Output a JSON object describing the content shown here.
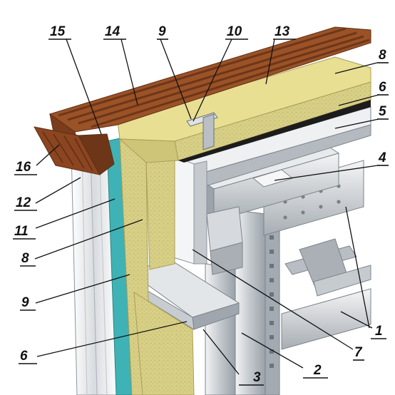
{
  "diagram": {
    "callouts": [
      {
        "id": "c15",
        "label": "15"
      },
      {
        "id": "c14",
        "label": "14"
      },
      {
        "id": "c9a",
        "label": "9"
      },
      {
        "id": "c10",
        "label": "10"
      },
      {
        "id": "c13",
        "label": "13"
      },
      {
        "id": "c8a",
        "label": "8"
      },
      {
        "id": "c6a",
        "label": "6"
      },
      {
        "id": "c5",
        "label": "5"
      },
      {
        "id": "c4",
        "label": "4"
      },
      {
        "id": "c16",
        "label": "16"
      },
      {
        "id": "c12",
        "label": "12"
      },
      {
        "id": "c11",
        "label": "11"
      },
      {
        "id": "c8b",
        "label": "8"
      },
      {
        "id": "c9b",
        "label": "9"
      },
      {
        "id": "c1",
        "label": "1"
      },
      {
        "id": "c7",
        "label": "7"
      },
      {
        "id": "c6b",
        "label": "6"
      },
      {
        "id": "c3",
        "label": "3"
      },
      {
        "id": "c2",
        "label": "2"
      }
    ],
    "colors": {
      "roof_sheet": "#9a5227",
      "roof_sheet_dark": "#6e3618",
      "insulation": "#d8cf86",
      "insulation_dark": "#b5aa5c",
      "membrane": "#3fb2b5",
      "steel": "#c9ced3",
      "steel_dark": "#8e959c",
      "cladding": "#e6e8ea"
    }
  }
}
